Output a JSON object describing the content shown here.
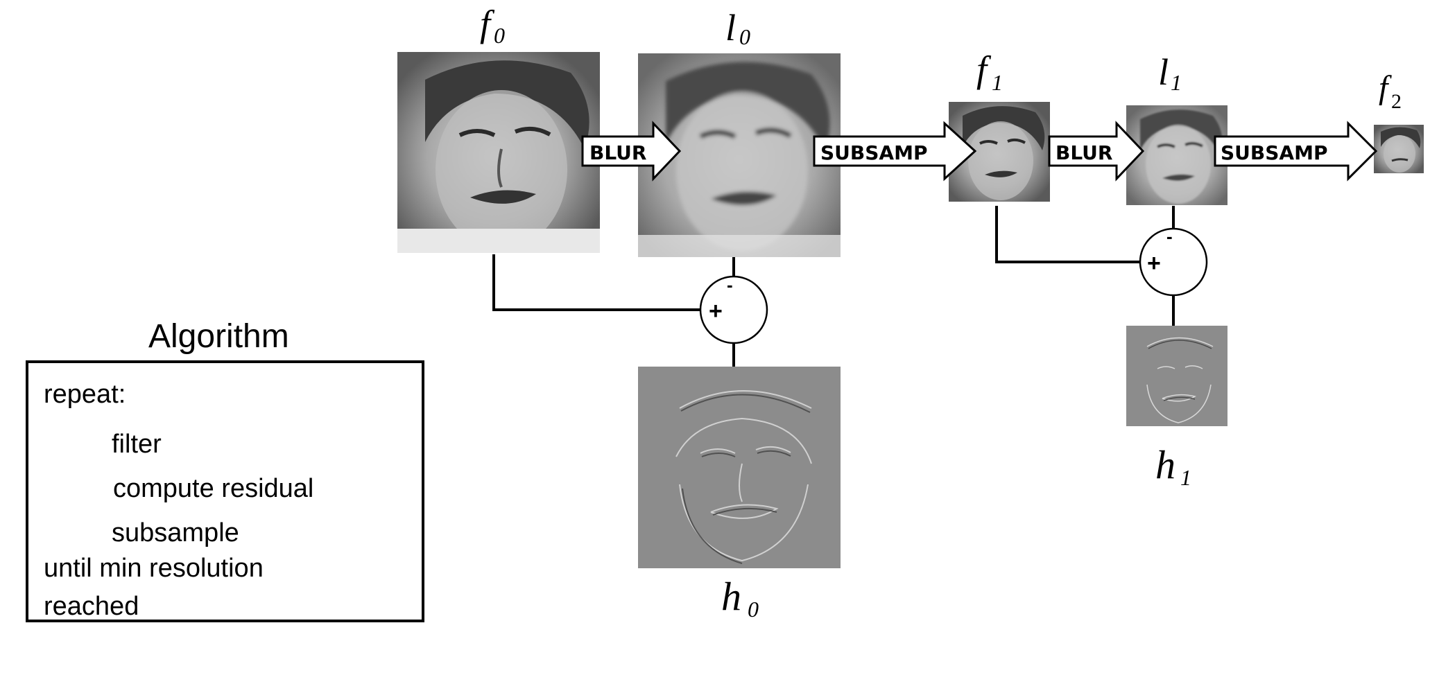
{
  "labels": {
    "f0": "f",
    "f0_sub": "0",
    "l0": "l",
    "l0_sub": "0",
    "f1": "f",
    "f1_sub": "1",
    "l1": "l",
    "l1_sub": "1",
    "f2": "f",
    "f2_sub": "2",
    "h0": "h",
    "h0_sub": "0",
    "h1": "h",
    "h1_sub": "1"
  },
  "arrows": {
    "blur_0": "BLUR",
    "subsamp_0": "SUBSAMP",
    "blur_1": "BLUR",
    "subsamp_1": "SUBSAMP"
  },
  "junctions": {
    "plus": "+",
    "minus": "-"
  },
  "algorithm": {
    "title": "Algorithm",
    "line_repeat": "repeat:",
    "line_filter": "filter",
    "line_residual": "compute residual",
    "line_subsample": "subsample",
    "line_until": "until min resolution",
    "line_reached": "reached"
  }
}
